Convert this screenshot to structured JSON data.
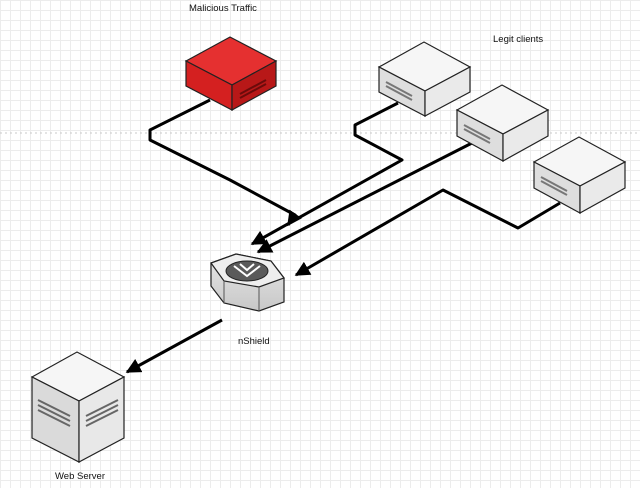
{
  "labels": {
    "malicious_traffic": "Malicious Traffic",
    "legit_clients": "Legit clients",
    "nshield": "nShield",
    "web_server": "Web Server"
  },
  "colors": {
    "malicious": "#e02020",
    "client": "#f4f4f4",
    "connector": "#000000",
    "grid": "#ececec"
  },
  "icons": {
    "malicious_node": "server-appliance-icon",
    "legit_client": "server-appliance-icon",
    "nshield": "shield-router-icon",
    "web_server": "server-tower-icon"
  }
}
